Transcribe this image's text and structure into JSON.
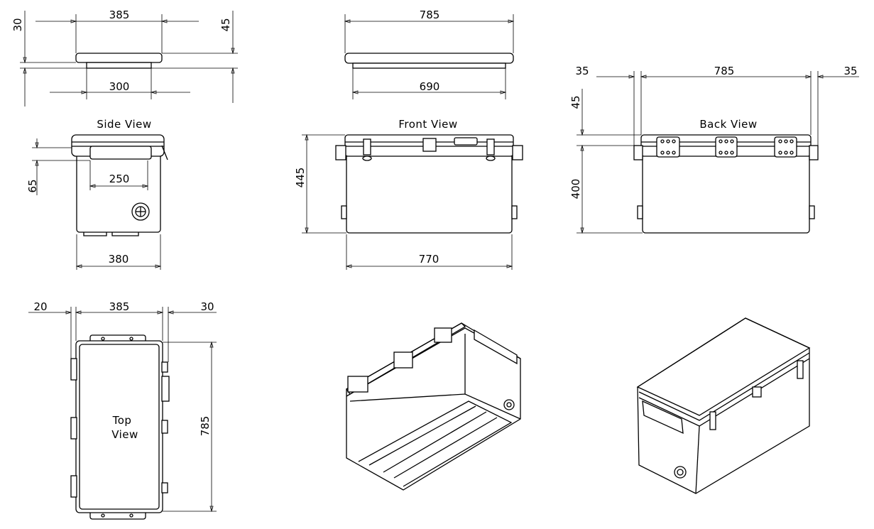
{
  "views": {
    "side": {
      "label": "Side View"
    },
    "front": {
      "label": "Front View"
    },
    "back": {
      "label": "Back View"
    },
    "top": {
      "label_line1": "Top",
      "label_line2": "View"
    }
  },
  "dimensions": {
    "lid_side_width": "385",
    "lid_side_thickness": "30",
    "lid_side_height": "45",
    "lid_side_inner": "300",
    "side_lid_band": "65",
    "side_handle": "250",
    "side_width": "380",
    "lid_front_width": "785",
    "lid_front_inner": "690",
    "front_height": "445",
    "front_width": "770",
    "back_left_offset": "35",
    "back_width": "785",
    "back_right_offset": "35",
    "back_lid": "45",
    "back_body": "400",
    "top_left_offset": "20",
    "top_width": "385",
    "top_right_offset": "30",
    "top_length": "785"
  }
}
